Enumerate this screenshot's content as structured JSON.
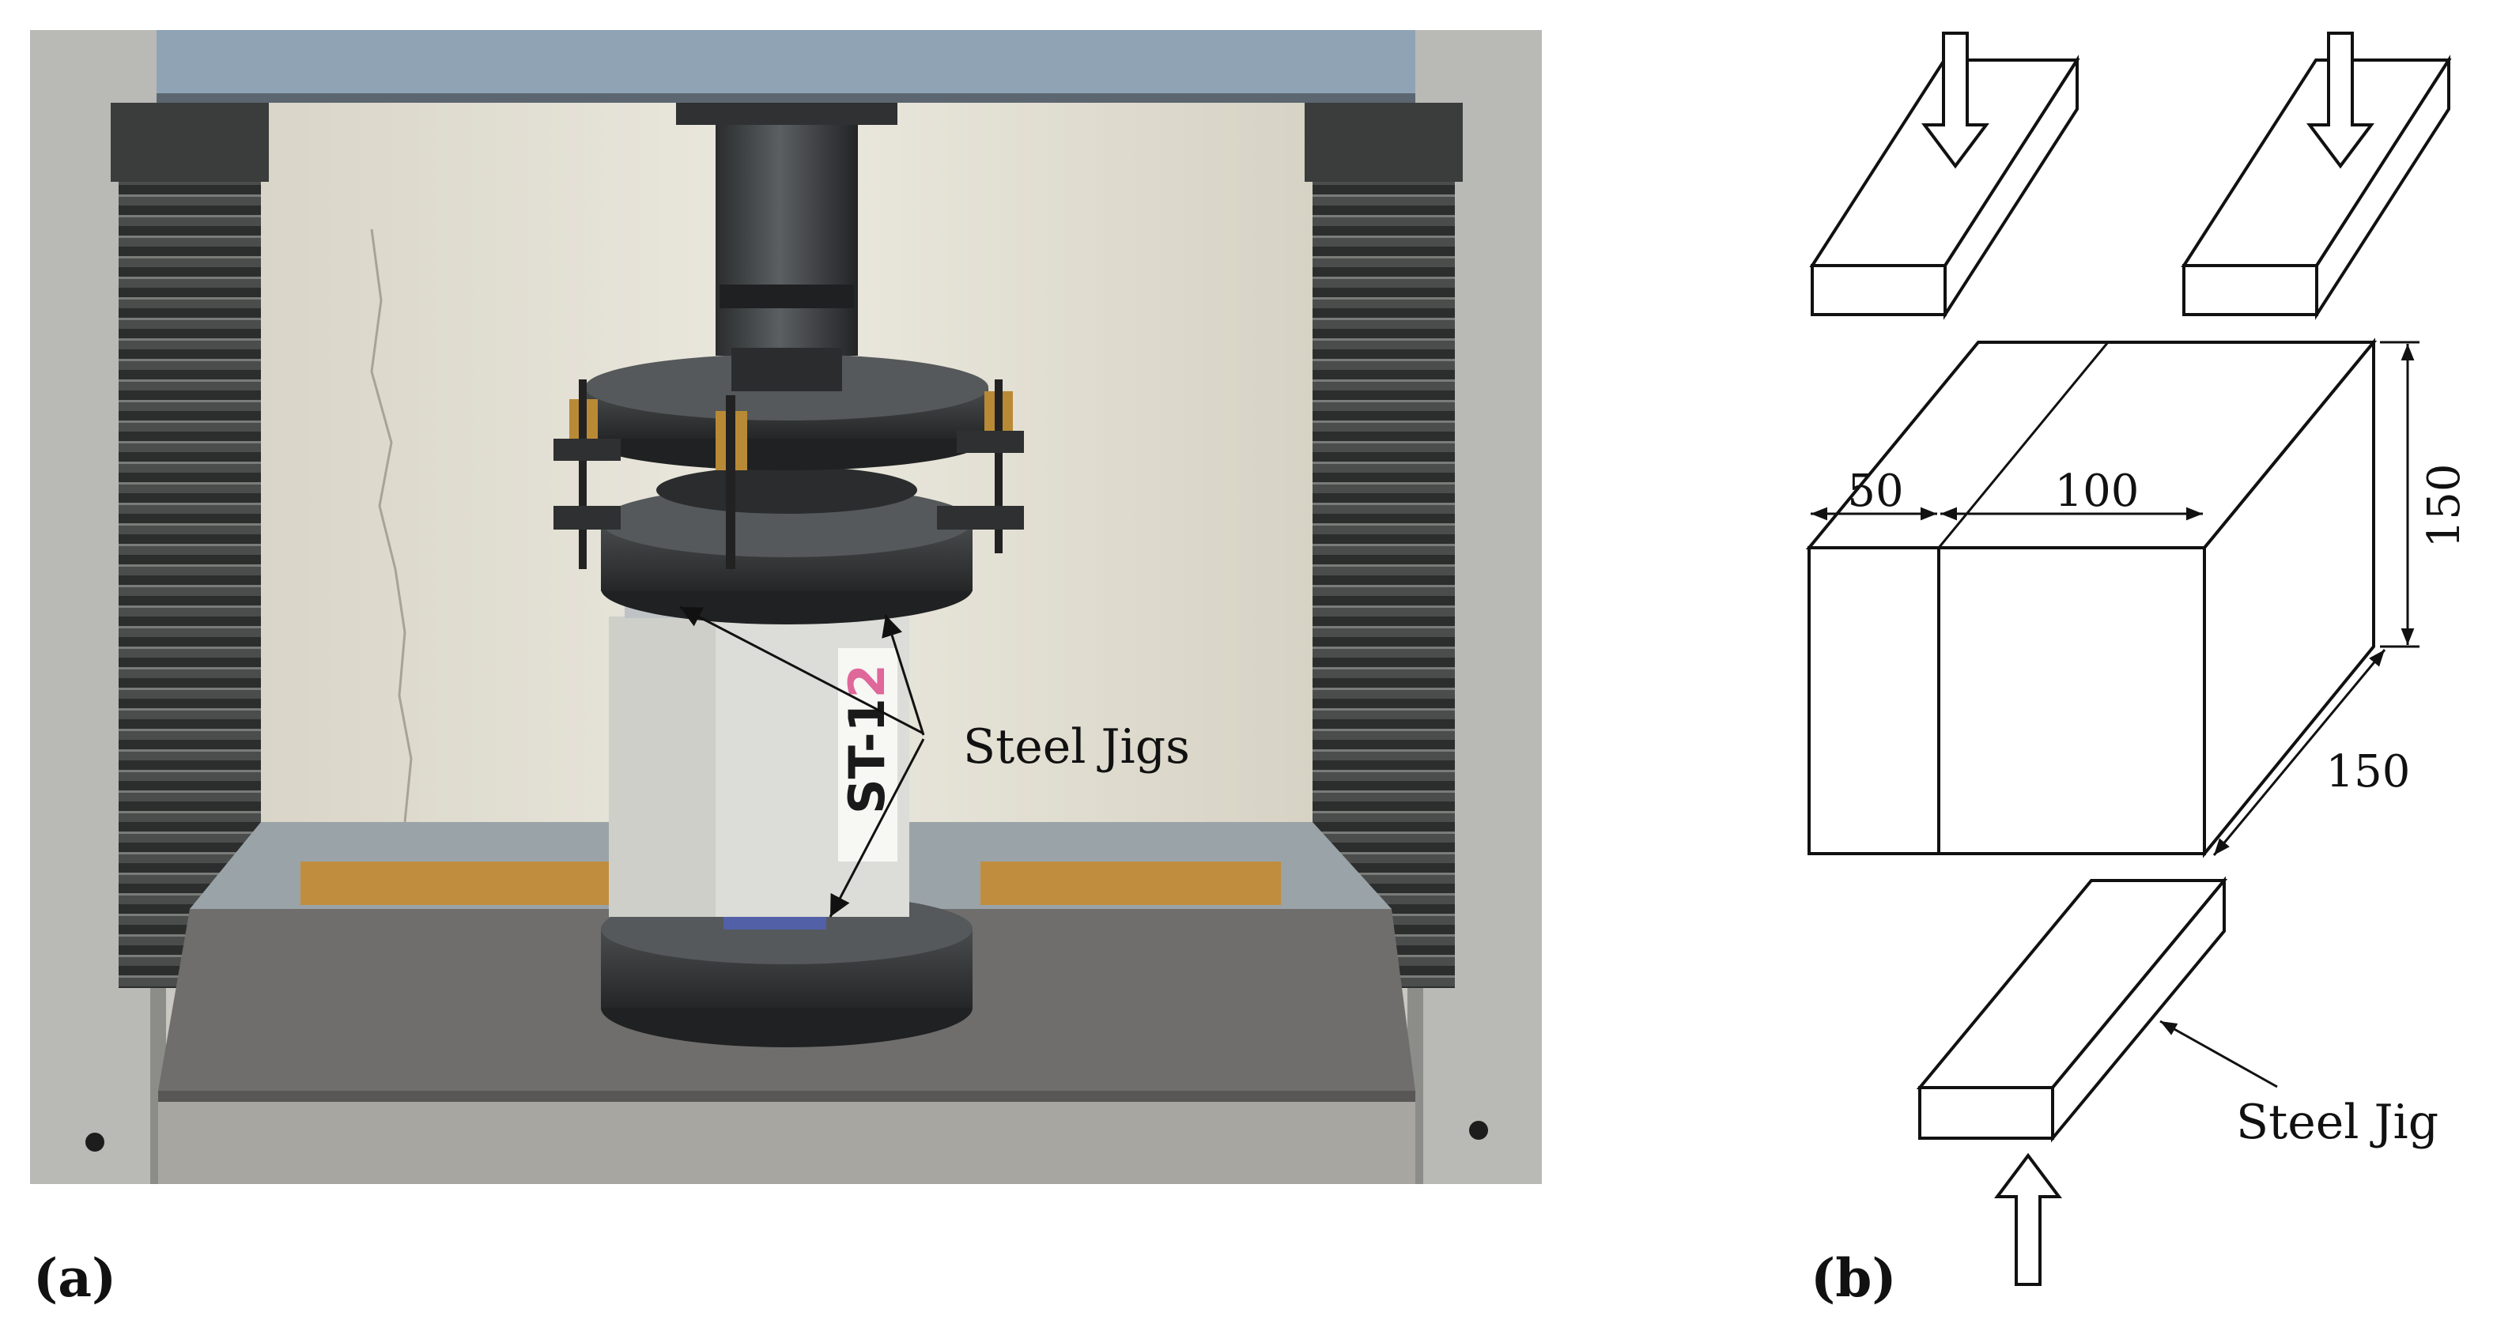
{
  "panel_a": {
    "label": "(a)",
    "annotation": "Steel Jigs",
    "specimen_label": "ST-1",
    "specimen_label_suffix": "2"
  },
  "panel_b": {
    "label": "(b)",
    "dimensions": {
      "width_left": "50",
      "width_right": "100",
      "height": "150",
      "depth": "150"
    },
    "annotation": "Steel Jig"
  },
  "colors": {
    "machine_frame": "#b9bab6",
    "wall": "#e6e2d6",
    "dark_steel": "#3a3c3d",
    "concrete": "#dcdcd8",
    "tape": "#c7892c",
    "top_beam": "#8fa3b5",
    "base": "#6f6e6c"
  }
}
